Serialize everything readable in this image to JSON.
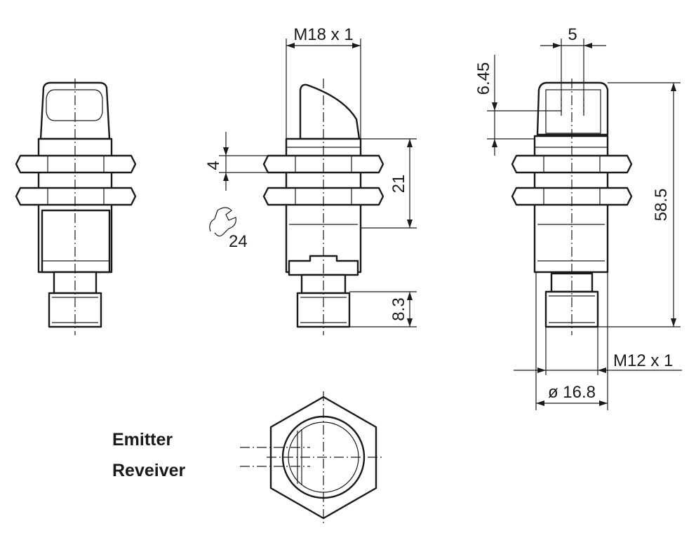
{
  "dimensions": {
    "thread_main": "M18 x 1",
    "window_width": "5",
    "window_offset": "6.45",
    "nut_thickness": "4",
    "wrench_size": "24",
    "thread_length": "21",
    "connector_length": "8.3",
    "total_length": "58.5",
    "connector_thread": "M12 x 1",
    "diameter": "ø 16.8"
  },
  "legend": {
    "emitter": "Emitter",
    "receiver": "Reveiver"
  }
}
